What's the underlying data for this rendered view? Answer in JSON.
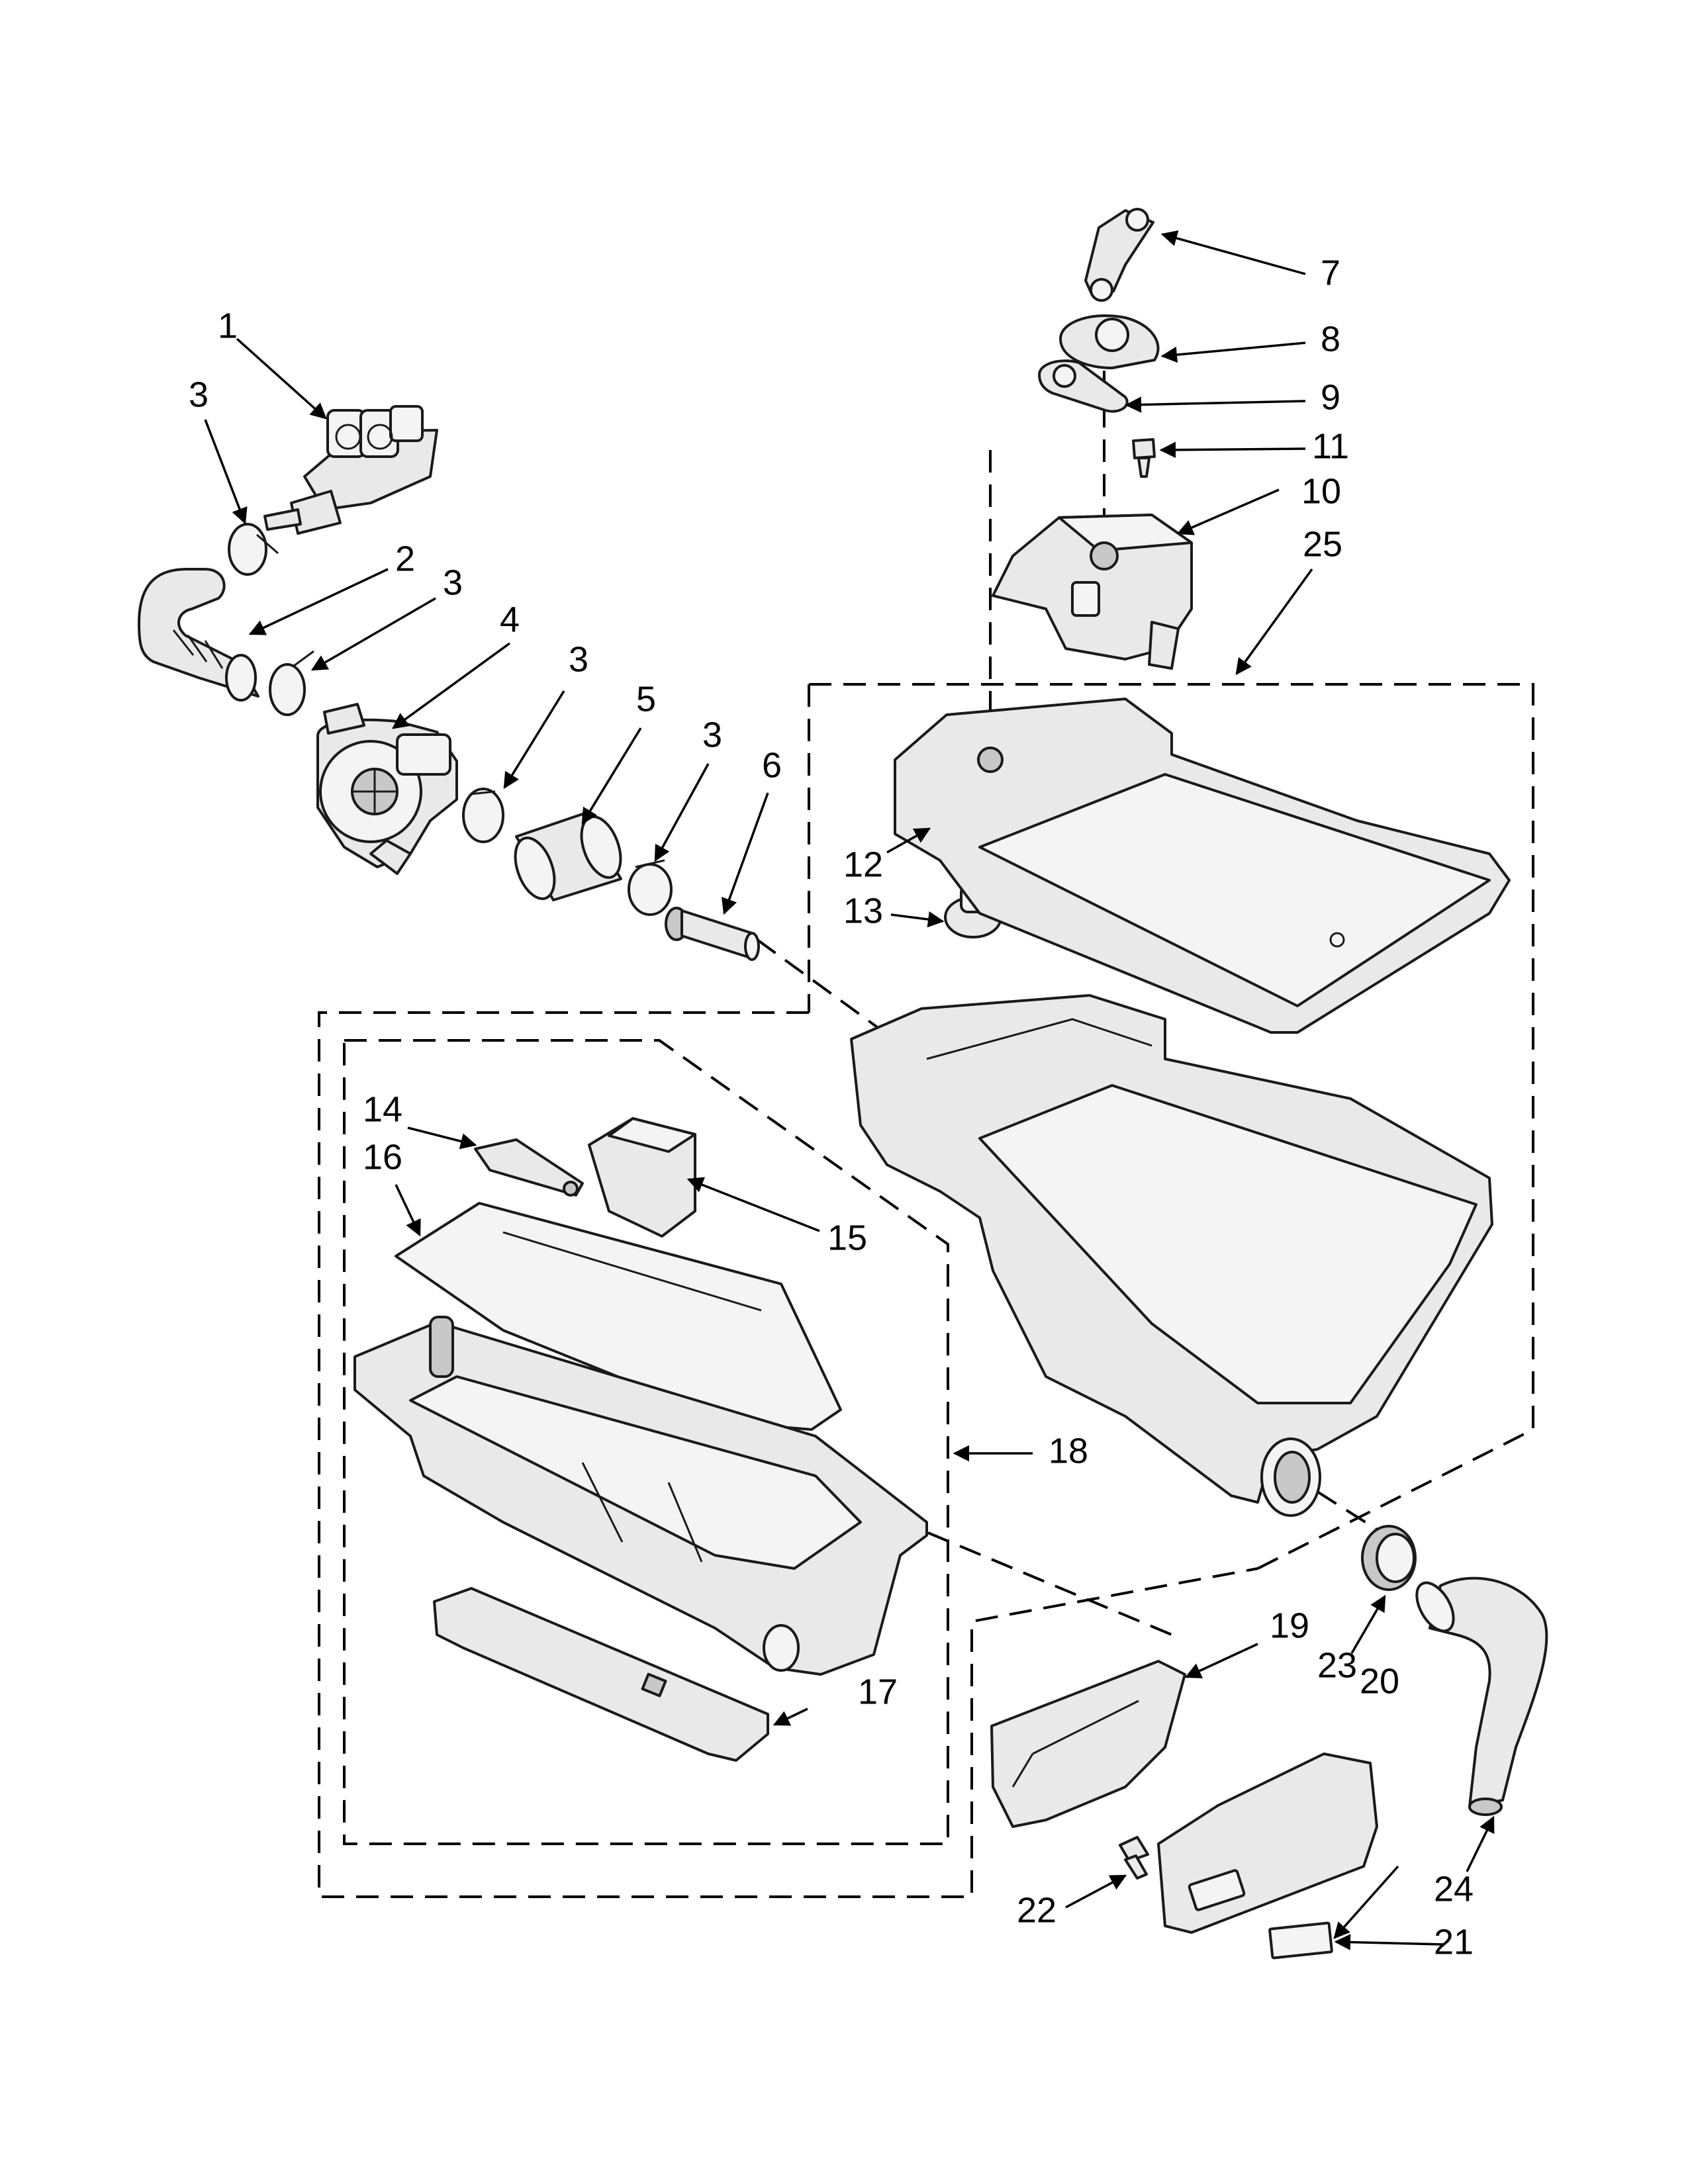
{
  "callouts": [
    {
      "id": "callout-1",
      "label": "1"
    },
    {
      "id": "callout-2",
      "label": "2"
    },
    {
      "id": "callout-3a",
      "label": "3"
    },
    {
      "id": "callout-3b",
      "label": "3"
    },
    {
      "id": "callout-3c",
      "label": "3"
    },
    {
      "id": "callout-3d",
      "label": "3"
    },
    {
      "id": "callout-4",
      "label": "4"
    },
    {
      "id": "callout-5",
      "label": "5"
    },
    {
      "id": "callout-6",
      "label": "6"
    },
    {
      "id": "callout-7",
      "label": "7"
    },
    {
      "id": "callout-8",
      "label": "8"
    },
    {
      "id": "callout-9",
      "label": "9"
    },
    {
      "id": "callout-10",
      "label": "10"
    },
    {
      "id": "callout-11",
      "label": "11"
    },
    {
      "id": "callout-12",
      "label": "12"
    },
    {
      "id": "callout-13",
      "label": "13"
    },
    {
      "id": "callout-14",
      "label": "14"
    },
    {
      "id": "callout-15",
      "label": "15"
    },
    {
      "id": "callout-16",
      "label": "16"
    },
    {
      "id": "callout-17",
      "label": "17"
    },
    {
      "id": "callout-18",
      "label": "18"
    },
    {
      "id": "callout-19",
      "label": "19"
    },
    {
      "id": "callout-20",
      "label": "20"
    },
    {
      "id": "callout-21",
      "label": "21"
    },
    {
      "id": "callout-22",
      "label": "22"
    },
    {
      "id": "callout-23",
      "label": "23"
    },
    {
      "id": "callout-24",
      "label": "24"
    },
    {
      "id": "callout-25",
      "label": "25"
    }
  ],
  "colors": {
    "line": "#1a1a1a",
    "part_fill": "#e9e9e9",
    "background": "#ffffff"
  }
}
